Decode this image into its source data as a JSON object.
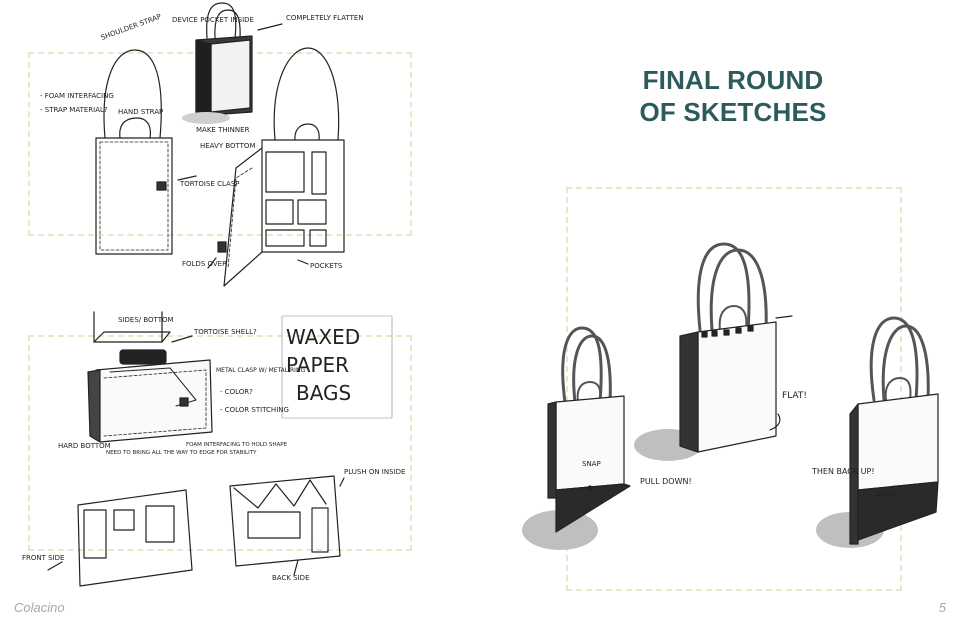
{
  "title": {
    "line1": "FINAL ROUND",
    "line2": "OF SKETCHES"
  },
  "footer": {
    "author": "Colacino",
    "page": "5"
  },
  "colors": {
    "title": "#2d5a5a",
    "frame": "#e6e8c8",
    "footer": "#a8a8a8"
  },
  "annotations": {
    "shoulder_strap": "SHOULDER STRAP",
    "device_pocket": "DEVICE POCKET INSIDE",
    "completely_flatten": "COMPLETELY FLATTEN",
    "foam_interfacing": "- FOAM INTERFACING",
    "strap_material": "- STRAP MATERIAL?",
    "hand_strap": "HAND STRAP",
    "tortoise_clasp": "TORTOISE CLASP",
    "make_thinner": "MAKE THINNER",
    "heavy_bottom": "HEAVY BOTTOM",
    "folds_over": "FOLDS OVER",
    "pockets": "POCKETS",
    "sides_bottom": "SIDES/ BOTTOM",
    "tortoise_shell": "TORTOISE SHELL?",
    "waxed": "WAXED",
    "paper": "PAPER",
    "bags": "BAGS",
    "metal_clasp": "METAL CLASP W/ METAL RING",
    "color": "- COLOR?",
    "color_stitching": "- COLOR STITCHING",
    "hard_bottom": "HARD BOTTOM",
    "need_to_bring": "NEED TO BRING ALL THE WAY TO EDGE FOR STABILITY",
    "foam_interfacing_shape": "FOAM INTERFACING TO HOLD SHAPE",
    "plush_on_inside": "PLUSH ON INSIDE",
    "front_side": "FRONT SIDE",
    "back_side": "BACK SIDE",
    "flat": "FLAT!",
    "pull_down": "PULL DOWN!",
    "snap": "SNAP",
    "then_back_up": "THEN BACK UP!"
  }
}
